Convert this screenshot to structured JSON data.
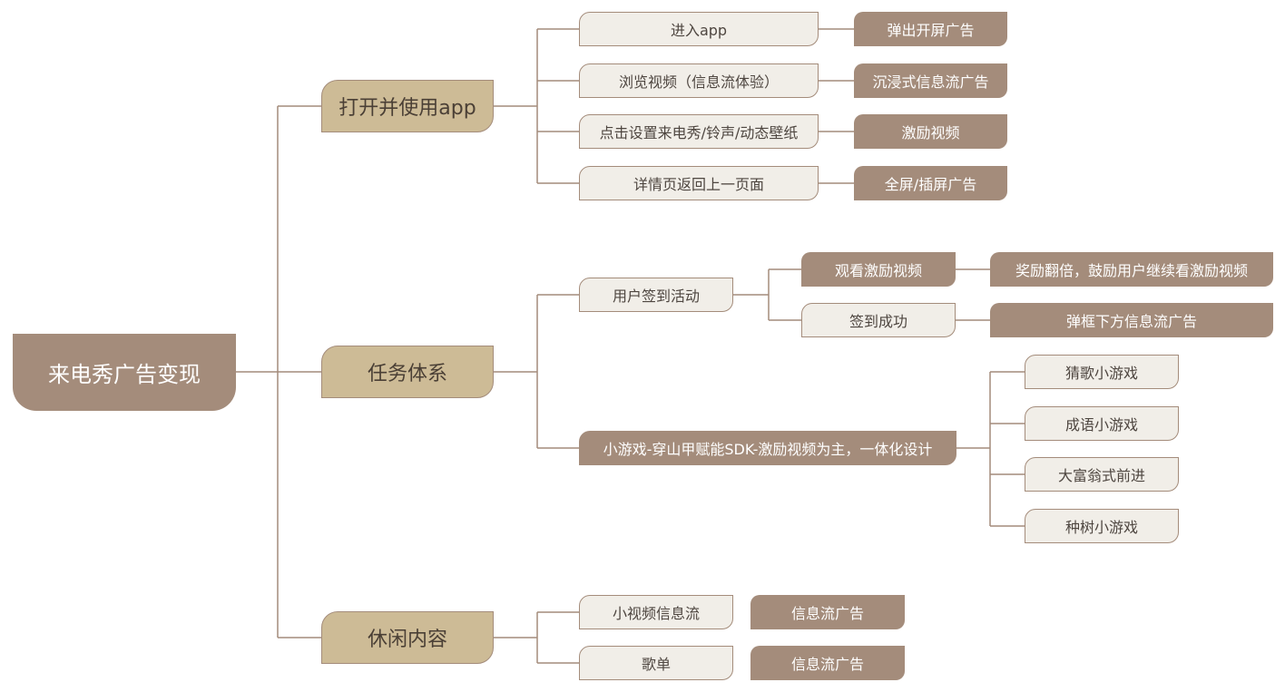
{
  "root": "来电秀广告变现",
  "branches": {
    "open_app": {
      "label": "打开并使用app",
      "items": [
        {
          "action": "进入app",
          "ad": "弹出开屏广告"
        },
        {
          "action": "浏览视频（信息流体验）",
          "ad": "沉浸式信息流广告"
        },
        {
          "action": "点击设置来电秀/铃声/动态壁纸",
          "ad": "激励视频"
        },
        {
          "action": "详情页返回上一页面",
          "ad": "全屏/插屏广告"
        }
      ]
    },
    "tasks": {
      "label": "任务体系",
      "checkin": {
        "label": "用户签到活动",
        "options": [
          {
            "action": "观看激励视频",
            "result": "奖励翻倍，鼓励用户继续看激励视频"
          },
          {
            "action": "签到成功",
            "result": "弹框下方信息流广告"
          }
        ]
      },
      "minigame": {
        "label": "小游戏-穿山甲赋能SDK-激励视频为主，一体化设计",
        "games": [
          "猜歌小游戏",
          "成语小游戏",
          "大富翁式前进",
          "种树小游戏"
        ]
      }
    },
    "leisure": {
      "label": "休闲内容",
      "items": [
        {
          "content": "小视频信息流",
          "ad": "信息流广告"
        },
        {
          "content": "歌单",
          "ad": "信息流广告"
        }
      ]
    }
  },
  "colors": {
    "root_fill": "#a48c7b",
    "level1_fill": "#cdbb96",
    "leaf_fill": "#f1eee8",
    "ad_fill": "#a48c7b",
    "connector": "#a48c7b"
  }
}
